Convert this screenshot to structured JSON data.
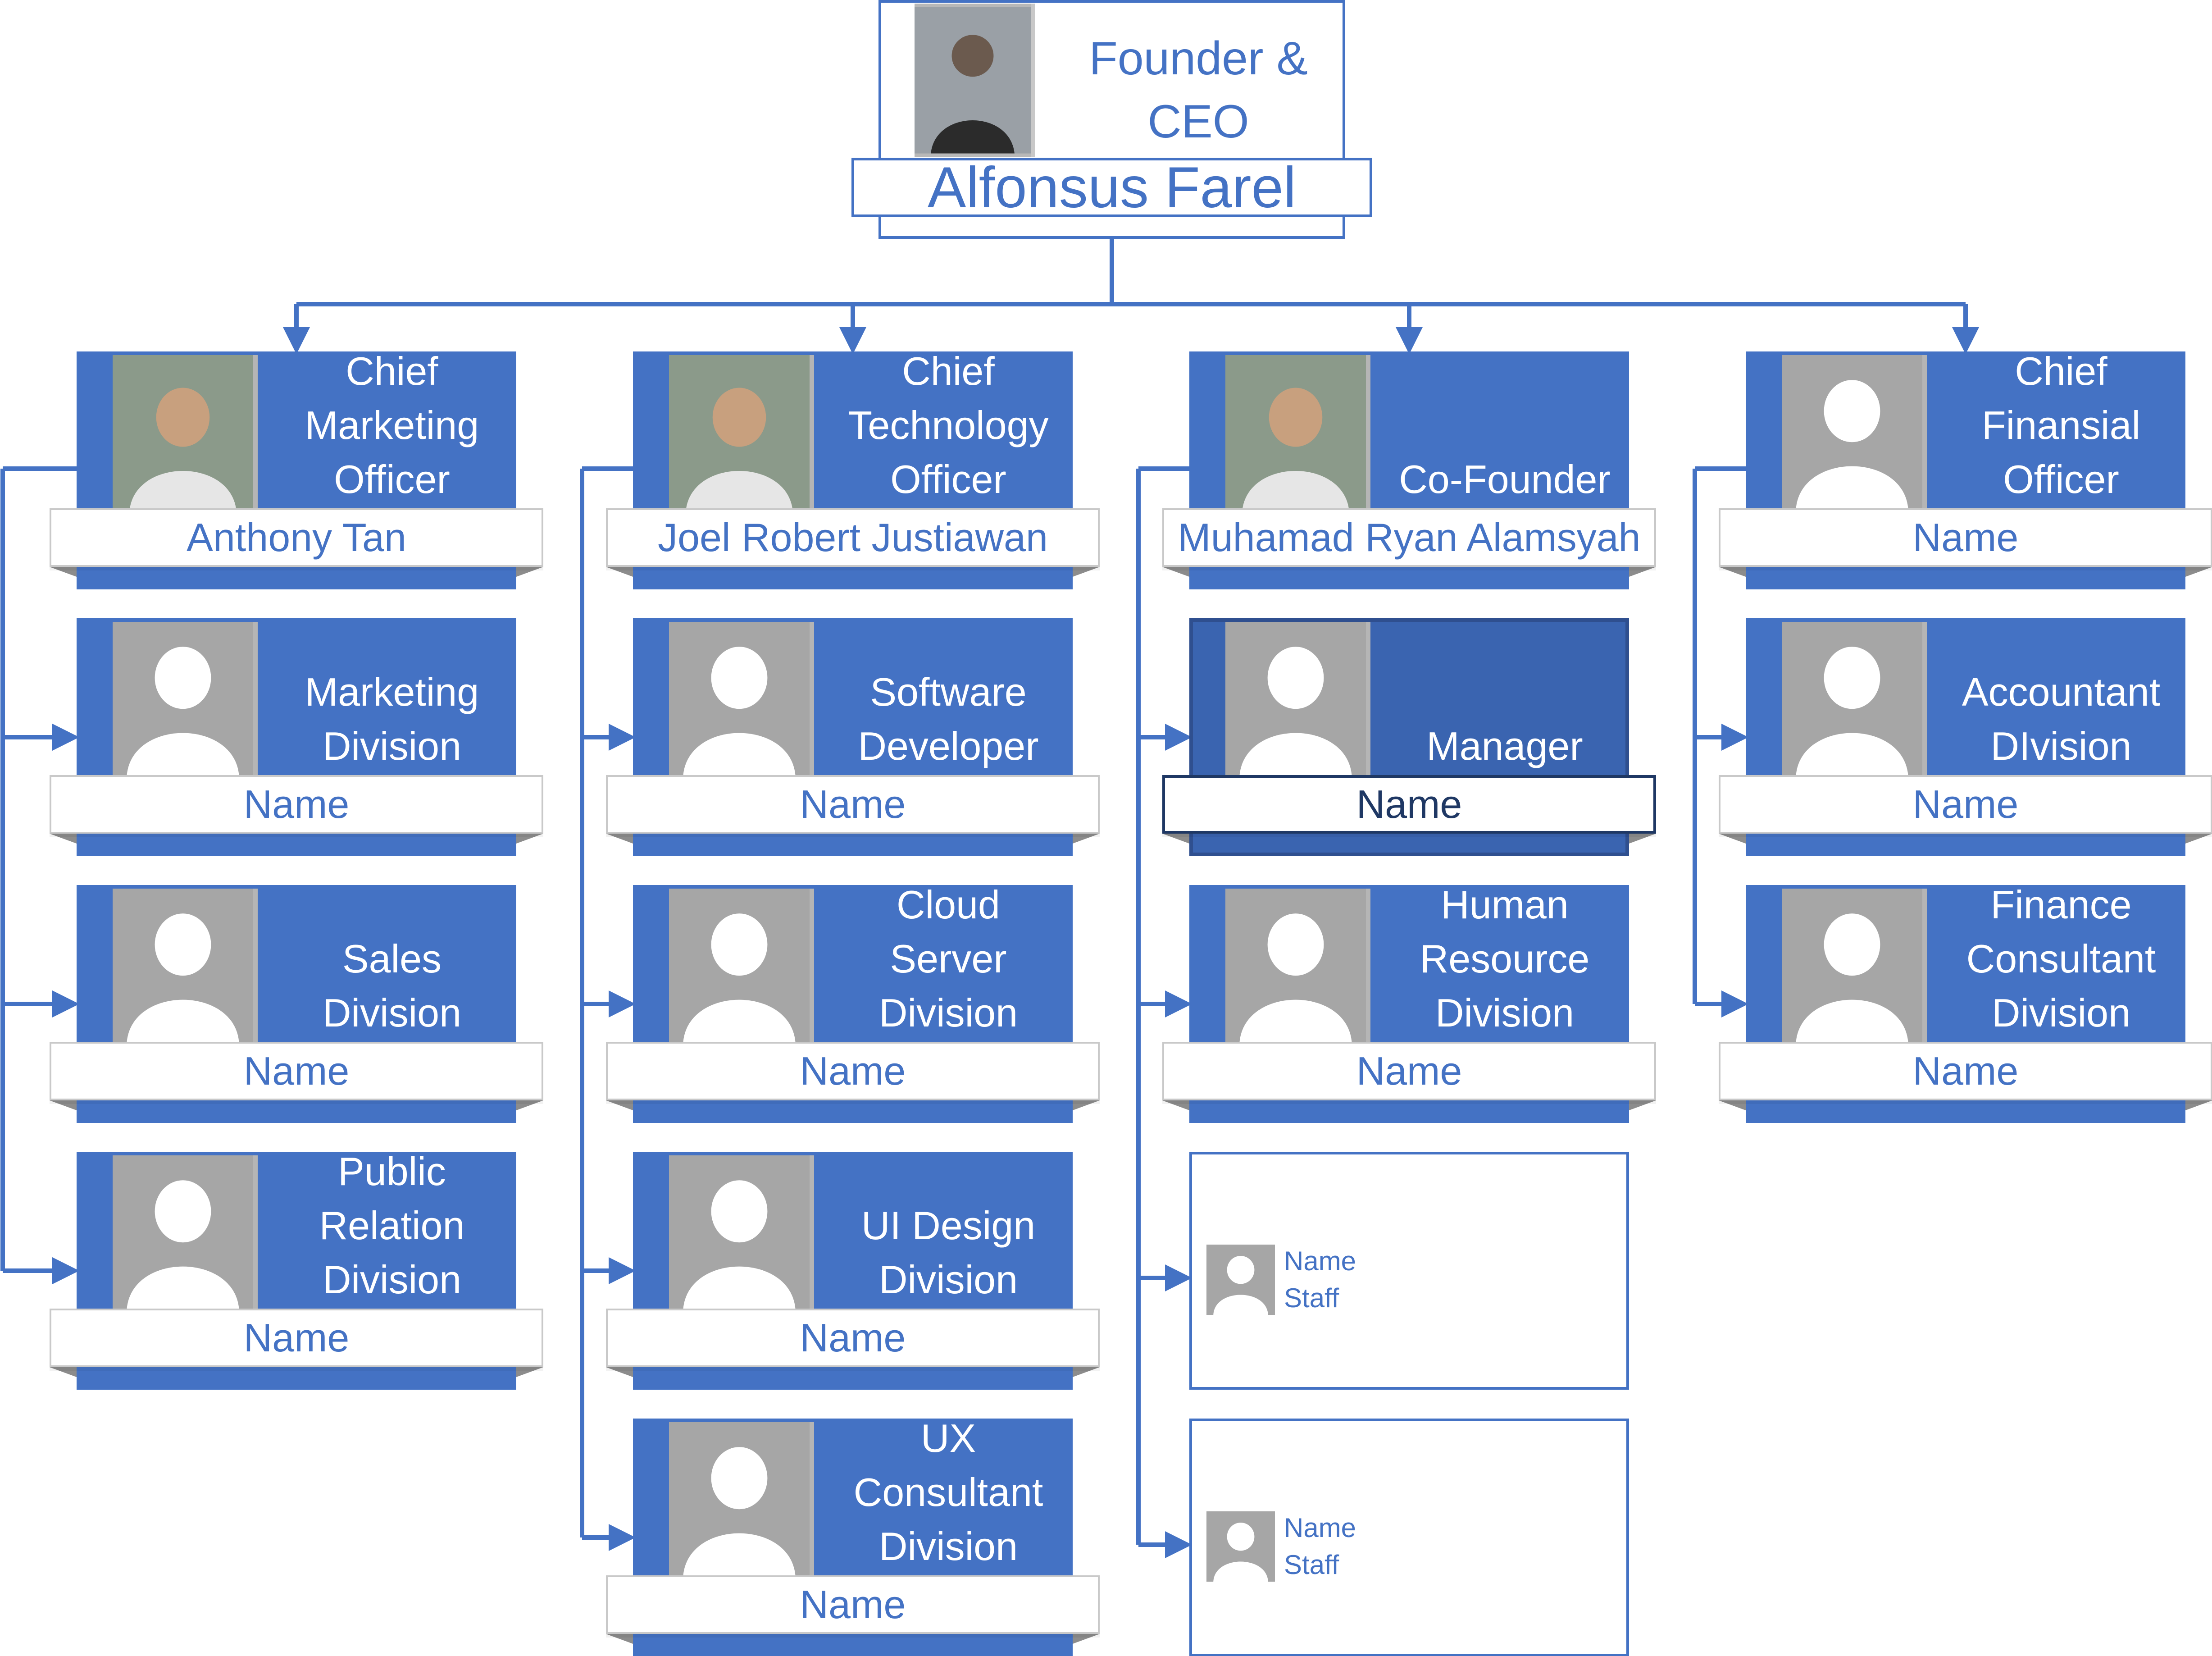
{
  "ceo": {
    "title_line1": "Founder &",
    "title_line2": "CEO",
    "name": "Alfonsus Farel"
  },
  "columns": [
    {
      "chief": {
        "title_lines": [
          "Chief",
          "Marketing",
          "Officer"
        ],
        "name": "Anthony Tan"
      },
      "units": [
        {
          "title_lines": [
            "Marketing",
            "Division"
          ],
          "name": "Name"
        },
        {
          "title_lines": [
            "Sales",
            "Division"
          ],
          "name": "Name"
        },
        {
          "title_lines": [
            "Public",
            "Relation",
            "Division"
          ],
          "name": "Name"
        }
      ]
    },
    {
      "chief": {
        "title_lines": [
          "Chief",
          "Technology",
          "Officer"
        ],
        "name": "Joel Robert Justiawan"
      },
      "units": [
        {
          "title_lines": [
            "Software",
            "Developer"
          ],
          "name": "Name"
        },
        {
          "title_lines": [
            "Cloud",
            "Server",
            "Division"
          ],
          "name": "Name"
        },
        {
          "title_lines": [
            "UI Design",
            "Division"
          ],
          "name": "Name"
        },
        {
          "title_lines": [
            "UX",
            "Consultant",
            "Division"
          ],
          "name": "Name"
        }
      ]
    },
    {
      "chief": {
        "title_lines": [
          "Co-Founder"
        ],
        "name": "Muhamad Ryan Alamsyah"
      },
      "units": [
        {
          "title_lines": [
            "Manager"
          ],
          "name": "Name"
        },
        {
          "title_lines": [
            "Human",
            "Resource",
            "Division"
          ],
          "name": "Name"
        }
      ],
      "staff": [
        {
          "name": "Name",
          "role": "Staff"
        },
        {
          "name": "Name",
          "role": "Staff"
        }
      ]
    },
    {
      "chief": {
        "title_lines": [
          "Chief",
          "Finansial",
          "Officer"
        ],
        "name": "Name"
      },
      "units": [
        {
          "title_lines": [
            "Accountant",
            "DIvision"
          ],
          "name": "Name"
        },
        {
          "title_lines": [
            "Finance",
            "Consultant",
            "Division"
          ],
          "name": "Name"
        }
      ]
    }
  ],
  "colors": {
    "card_blue": "#4472c4",
    "card_dark": "#3a64b0",
    "connector": "#4472c4",
    "placeholder_grey": "#a6a6a6"
  },
  "icons": {
    "photo_placeholder": "person-silhouette-icon",
    "connector_arrow": "arrow-right-icon"
  }
}
